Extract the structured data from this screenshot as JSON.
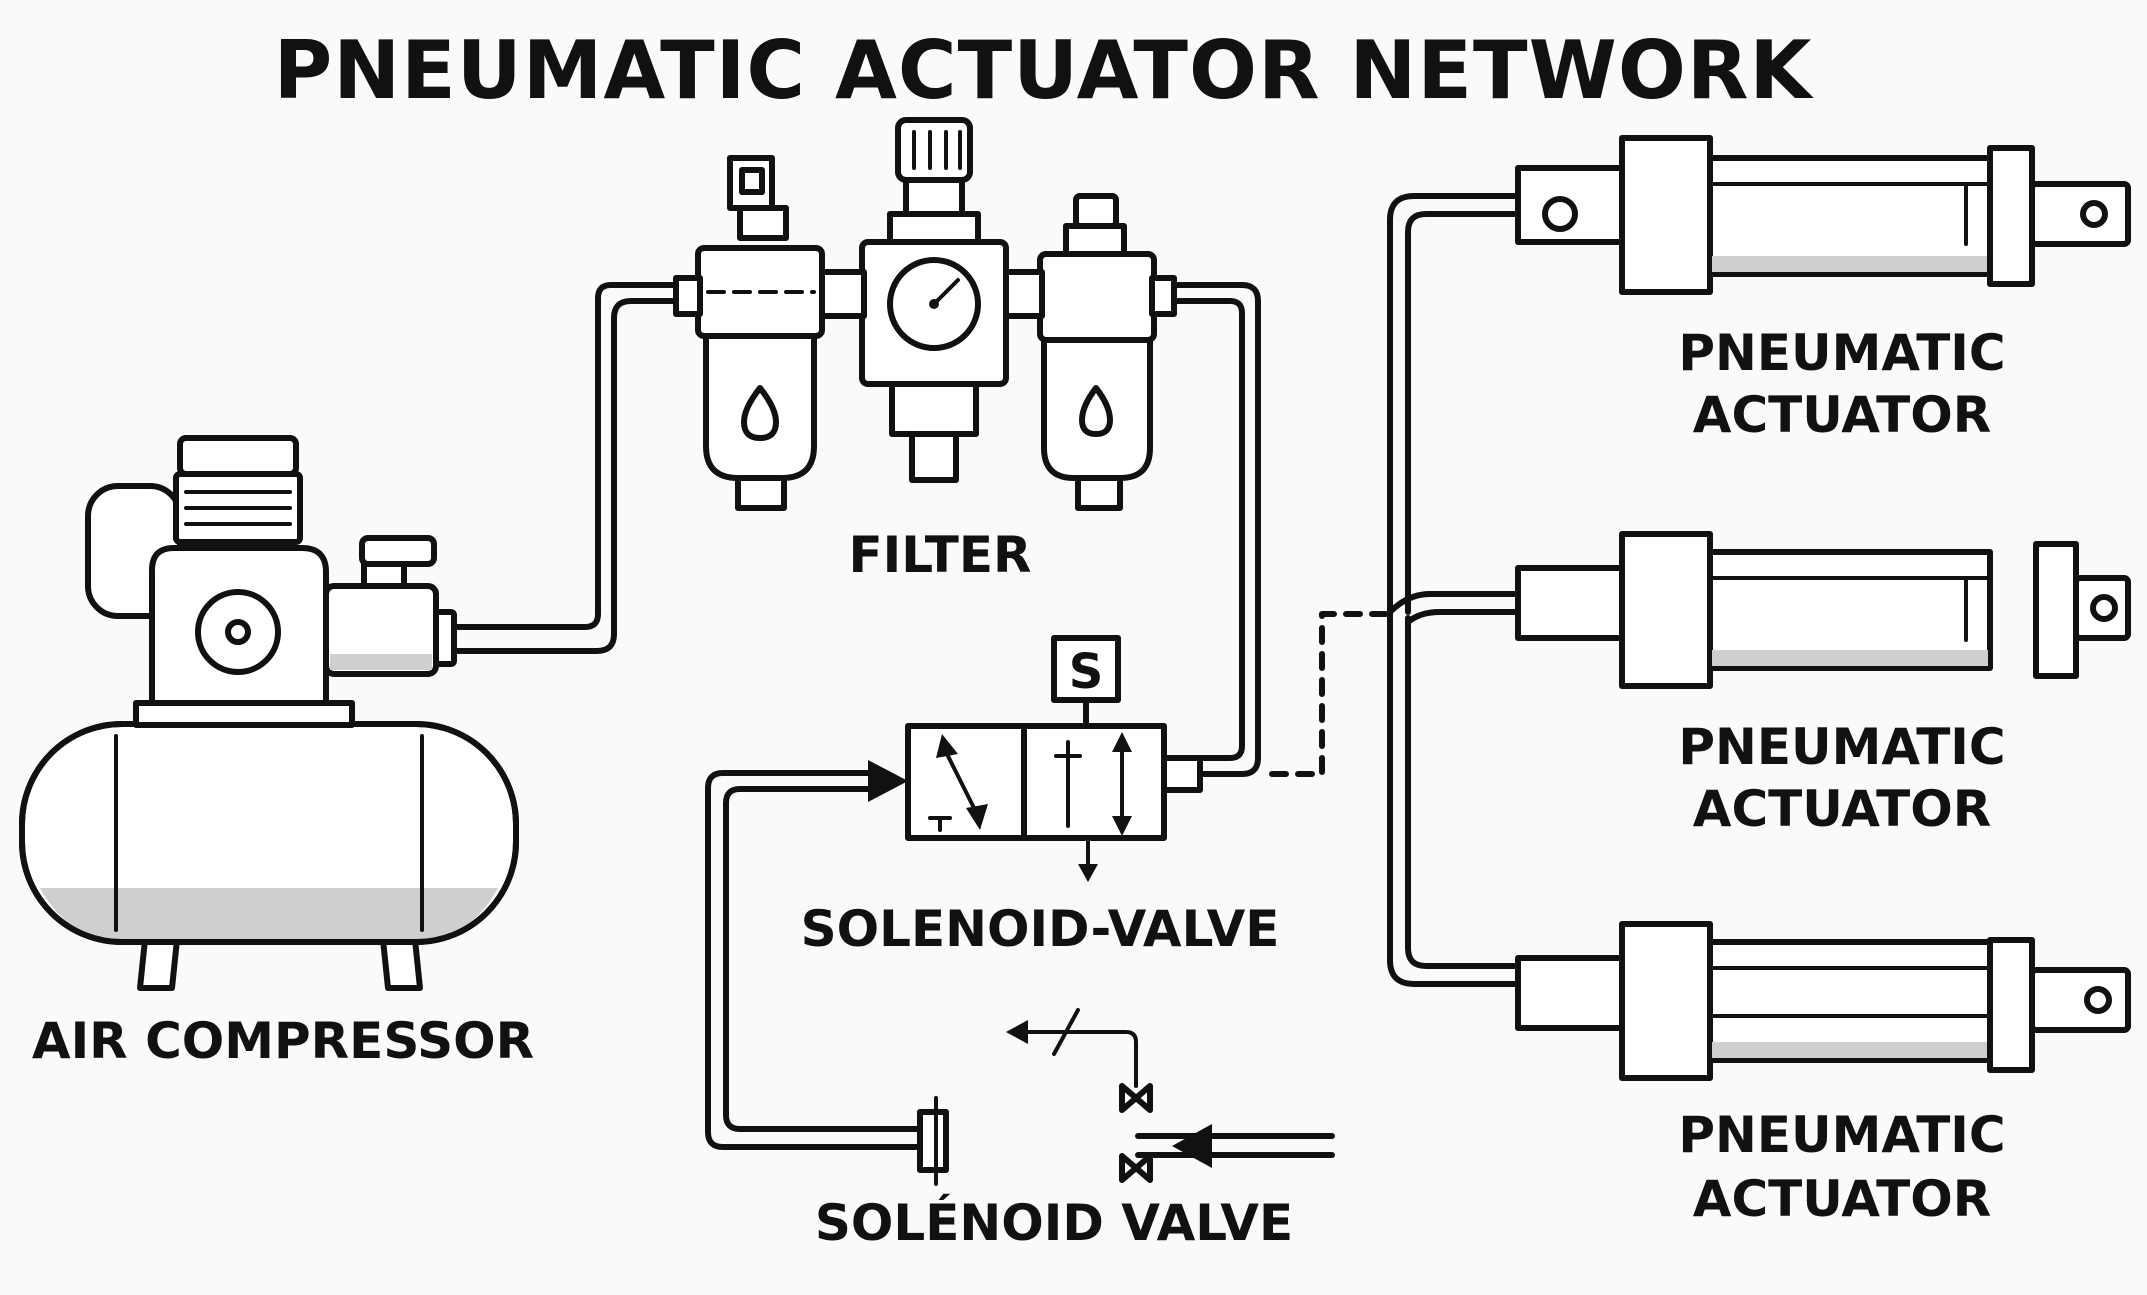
{
  "title": "PNEUMATIC ACTUATOR NETWORK",
  "labels": {
    "air_compressor": "AIR COMPRESSOR",
    "filter": "FILTER",
    "solenoid_valve_main": "SOLENOID-VALVE",
    "solenoid_valve_lower": "SOLÉNOID VALVE",
    "actuator_1": [
      "PNEUMATIC",
      "ACTUATOR"
    ],
    "actuator_2": [
      "PNEUMATIC",
      "ACTUATOR"
    ],
    "actuator_3": [
      "PNEUMATIC",
      "ACTUATOR"
    ],
    "solenoid_symbol": "S"
  },
  "colors": {
    "line": "#111111",
    "shade": "#cfcfcf",
    "background": "#fafaf8"
  },
  "icons": [
    "air-compressor-icon",
    "frl-unit-icon",
    "pressure-gauge-icon",
    "solenoid-valve-icon",
    "pneumatic-cylinder-icon",
    "water-drop-icon"
  ]
}
